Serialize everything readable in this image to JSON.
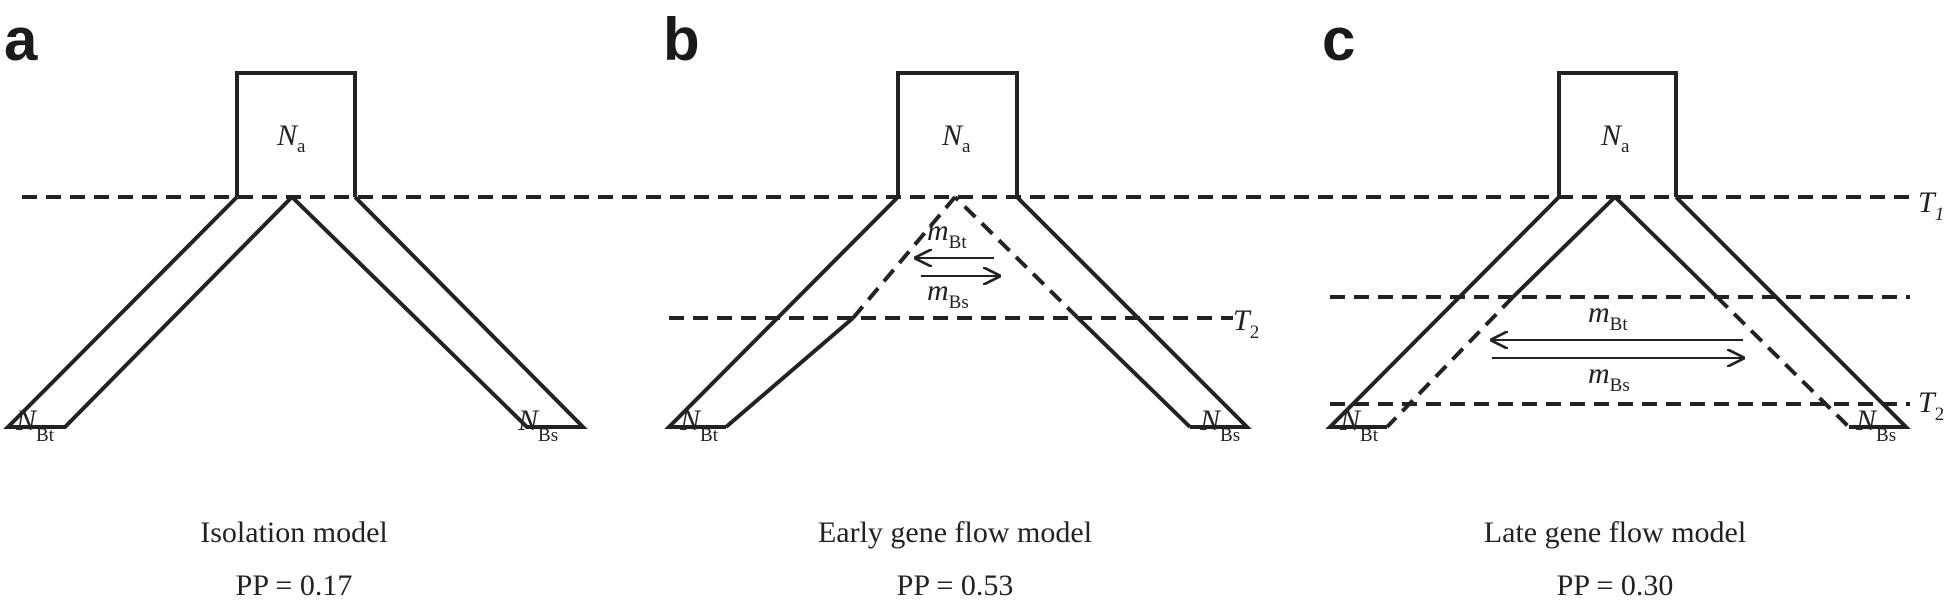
{
  "global": {
    "t1_label": "T",
    "t1_sub": "1"
  },
  "panels": [
    {
      "letter": "a",
      "ancestral": {
        "main": "N",
        "sub": "a"
      },
      "left_pop": {
        "main": "N",
        "sub": "Bt"
      },
      "right_pop": {
        "main": "N",
        "sub": "Bs"
      },
      "caption": "Isolation model",
      "pp": "PP = 0.17"
    },
    {
      "letter": "b",
      "ancestral": {
        "main": "N",
        "sub": "a"
      },
      "left_pop": {
        "main": "N",
        "sub": "Bt"
      },
      "right_pop": {
        "main": "N",
        "sub": "Bs"
      },
      "migration_top": {
        "main": "m",
        "sub": "Bt"
      },
      "migration_bottom": {
        "main": "m",
        "sub": "Bs"
      },
      "t2_label": {
        "main": "T",
        "sub": "2"
      },
      "caption": "Early gene flow model",
      "pp": "PP = 0.53"
    },
    {
      "letter": "c",
      "ancestral": {
        "main": "N",
        "sub": "a"
      },
      "left_pop": {
        "main": "N",
        "sub": "Bt"
      },
      "right_pop": {
        "main": "N",
        "sub": "Bs"
      },
      "migration_top": {
        "main": "m",
        "sub": "Bt"
      },
      "migration_bottom": {
        "main": "m",
        "sub": "Bs"
      },
      "t2_label": {
        "main": "T",
        "sub": "2"
      },
      "caption": "Late gene flow model",
      "pp": "PP = 0.30"
    }
  ]
}
